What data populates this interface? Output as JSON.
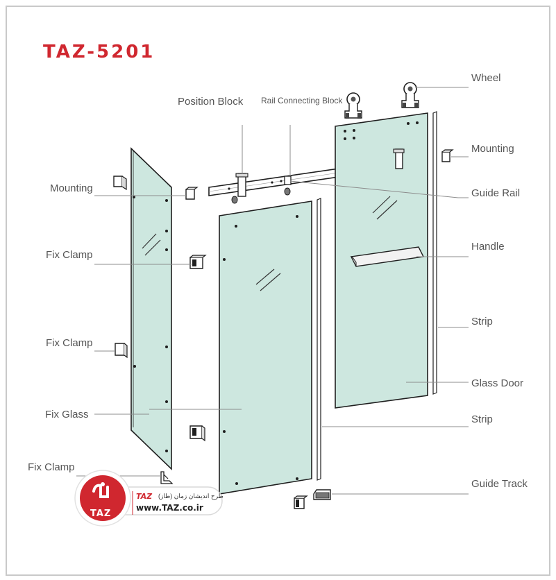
{
  "title": "TAZ-5201",
  "labels": {
    "wheel": "Wheel",
    "position_block": "Position Block",
    "rail_connecting_block": "Rail Connecting Block",
    "mounting_right": "Mounting",
    "mounting_left": "Mounting",
    "guide_rail": "Guide Rail",
    "handle": "Handle",
    "fix_clamp_1": "Fix Clamp",
    "fix_clamp_2": "Fix Clamp",
    "fix_clamp_3": "Fix Clamp",
    "strip_upper": "Strip",
    "strip_lower": "Strip",
    "glass_door": "Glass Door",
    "fix_glass": "Fix Glass",
    "guide_track": "Guide Track"
  },
  "logo": {
    "brand": "TAZ",
    "tagline": "طرح اندیشان زمان (طاز)",
    "url": "www.TAZ.co.ir"
  },
  "colors": {
    "title": "#d0272f",
    "glass_fill": "#cde7df",
    "outline": "#1f1f1f",
    "leader": "#8c8c8c",
    "label": "#555555",
    "brand_red": "#d0272f"
  }
}
